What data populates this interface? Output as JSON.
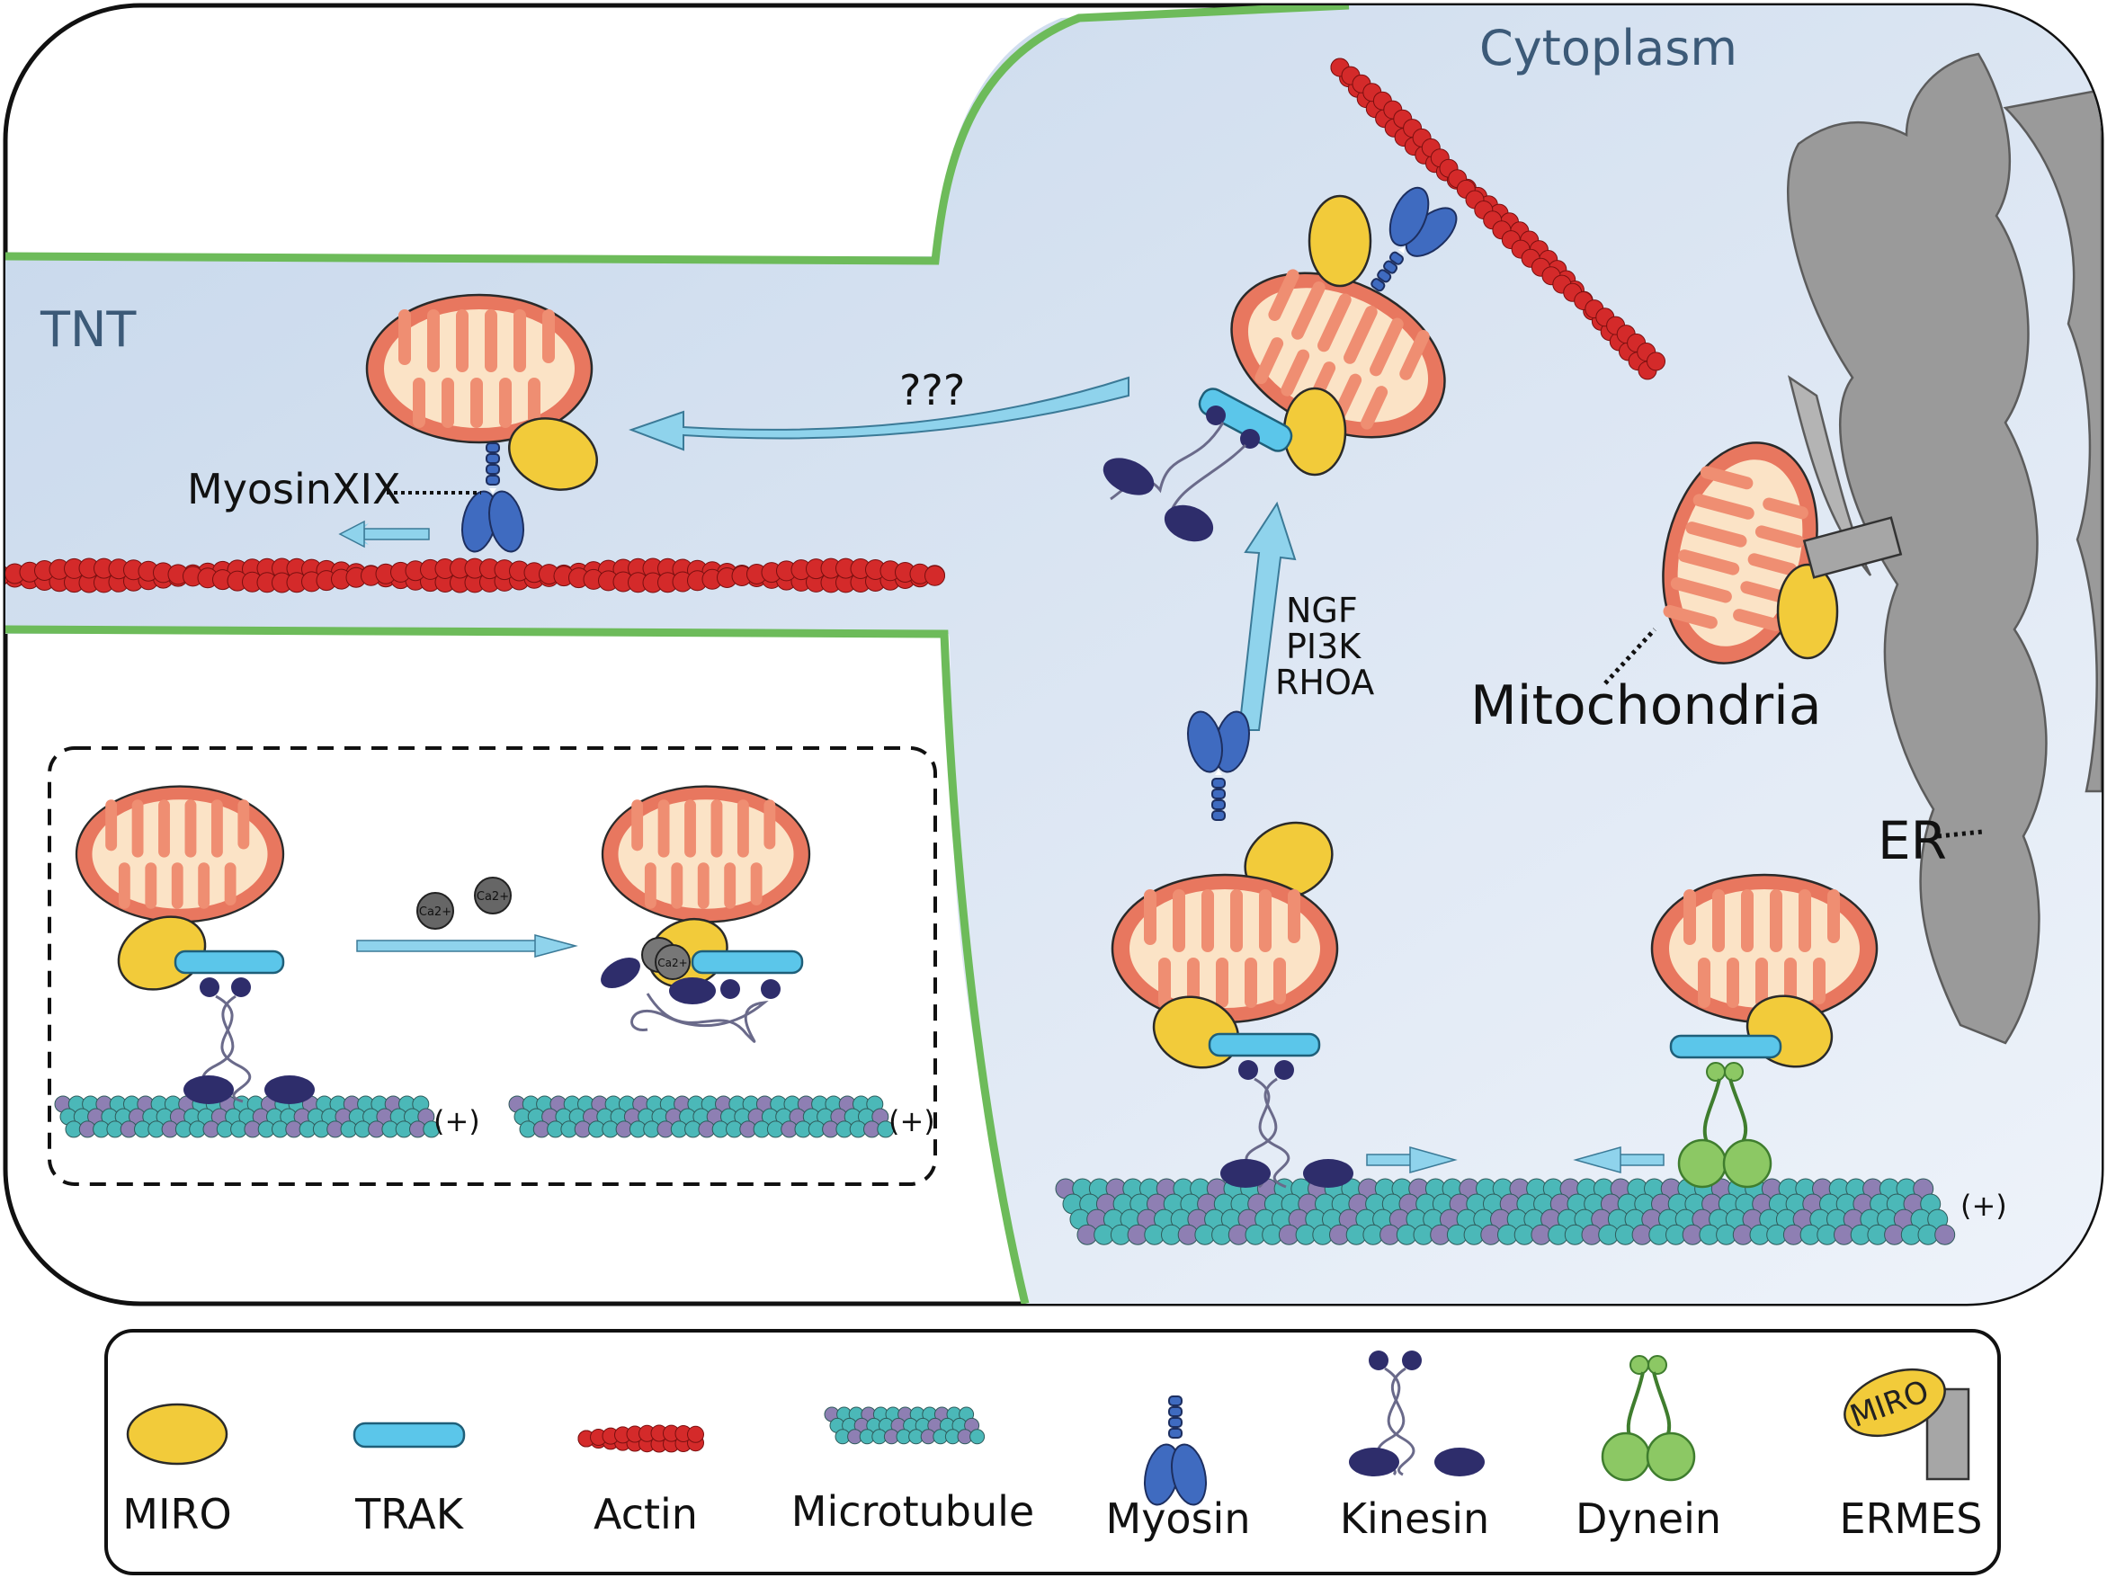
{
  "regions": {
    "cytoplasm": "Cytoplasm",
    "tnt": "TNT"
  },
  "labels": {
    "myosinxix": "MyosinXIX",
    "unknown": "???",
    "ngf": "NGF",
    "pi3k": "PI3K",
    "rhoa": "RHOA",
    "mitochondria": "Mitochondria",
    "er": "ER",
    "plus": "(+)",
    "calcium": "Ca2+"
  },
  "legend": {
    "items": [
      {
        "label": "MIRO",
        "icon": "miro-icon"
      },
      {
        "label": "TRAK",
        "icon": "trak-icon"
      },
      {
        "label": "Actin",
        "icon": "actin-icon"
      },
      {
        "label": "Microtubule",
        "icon": "microtubule-icon"
      },
      {
        "label": "Myosin",
        "icon": "myosin-icon"
      },
      {
        "label": "Kinesin",
        "icon": "kinesin-icon"
      },
      {
        "label": "Dynein",
        "icon": "dynein-icon"
      },
      {
        "label": "ERMES",
        "icon": "ermes-icon"
      }
    ],
    "ermes_badge": "MIRO"
  },
  "colors": {
    "cytoplasm": "#dbe6f3",
    "membrane": "#6dbb5a",
    "mito_outer": "#e8775f",
    "mito_inner": "#fbe3c6",
    "miro": "#f2cb3a",
    "trak": "#5bc6ea",
    "actin": "#d42a2a",
    "microtubule_a": "#4bb8b8",
    "microtubule_b": "#8e7fb3",
    "myosin": "#3f6bc0",
    "kinesin": "#2e2d6b",
    "dynein": "#8cc864",
    "er": "#9a9a9a",
    "arrow": "#8fd3ec"
  }
}
